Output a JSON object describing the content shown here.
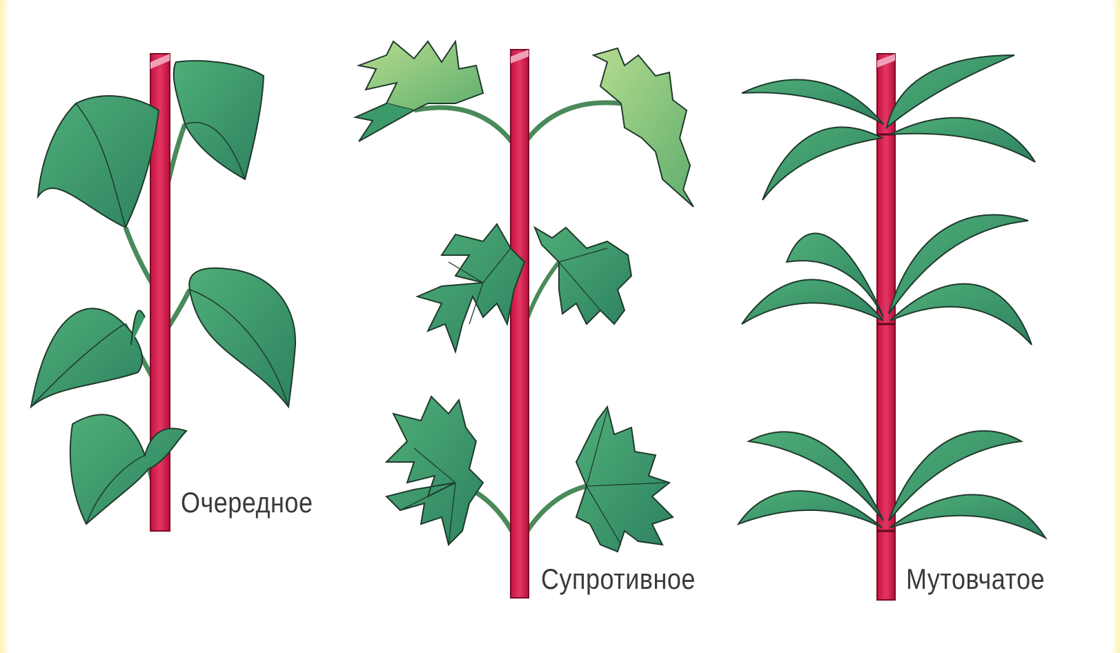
{
  "figure": {
    "labels": {
      "alternate": "Очередное",
      "opposite": "Супротивное",
      "whorled": "Мутовчатое"
    },
    "colors": {
      "stem": "#d81d4f",
      "leaf": "#3c9a6a",
      "leaf_dark": "#2a7a5a",
      "leaf_light": "#8cc67e",
      "outline": "#1f3a2c",
      "frame": "#fff3b0"
    }
  }
}
